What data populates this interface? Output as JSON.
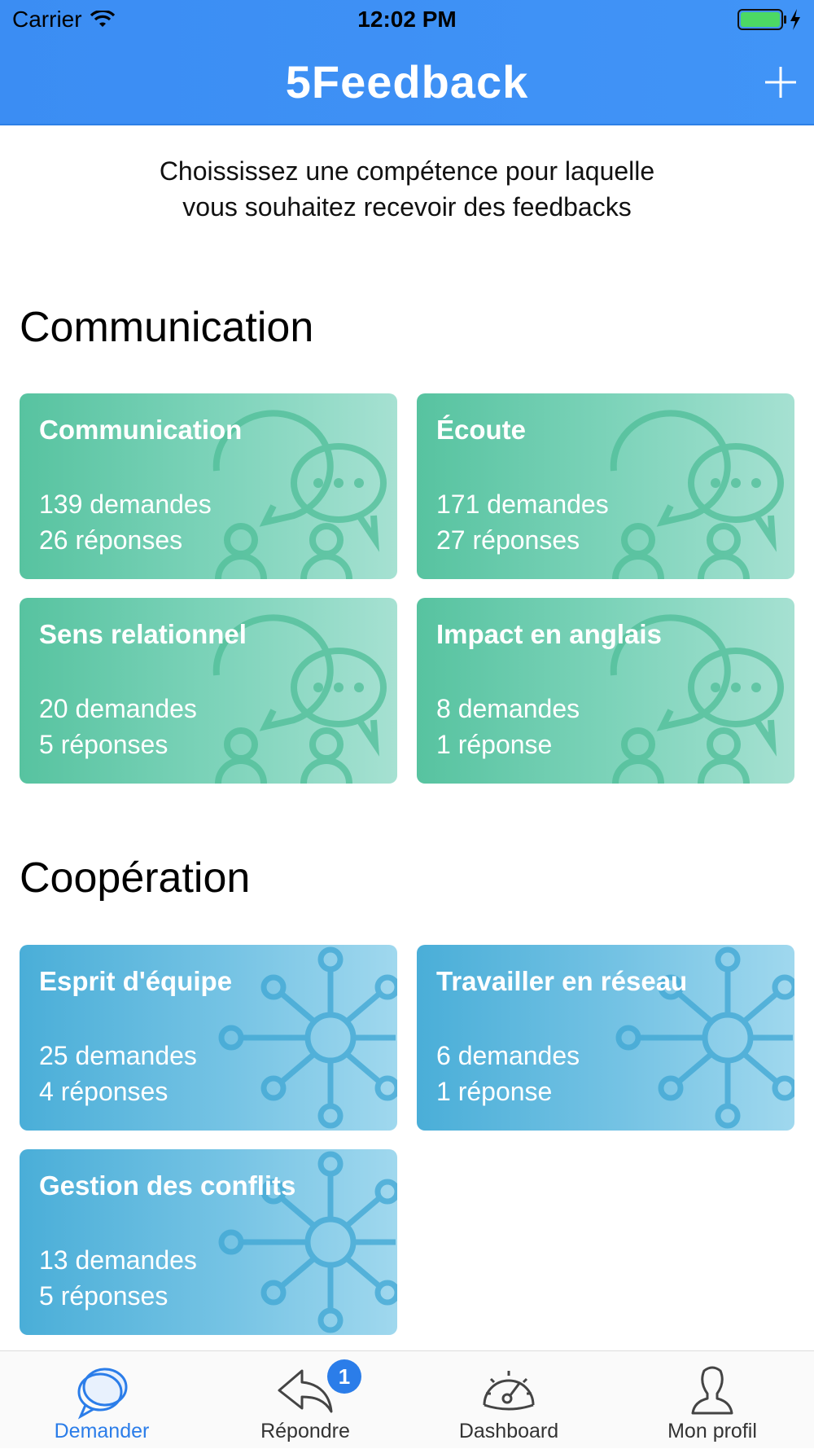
{
  "status_bar": {
    "carrier": "Carrier",
    "time": "12:02 PM"
  },
  "header": {
    "app_title": "5Feedback"
  },
  "intro": {
    "line1": "Choississez une compétence pour laquelle",
    "line2": "vous souhaitez recevoir des feedbacks"
  },
  "sections": [
    {
      "title": "Communication",
      "cards": [
        {
          "title": "Communication",
          "requests": "139 demandes",
          "responses": "26 réponses"
        },
        {
          "title": "Écoute",
          "requests": "171 demandes",
          "responses": "27 réponses"
        },
        {
          "title": "Sens relationnel",
          "requests": "20 demandes",
          "responses": "5 réponses"
        },
        {
          "title": "Impact en anglais",
          "requests": "8 demandes",
          "responses": "1 réponse"
        }
      ]
    },
    {
      "title": "Coopération",
      "cards": [
        {
          "title": "Esprit d'équipe",
          "requests": "25 demandes",
          "responses": "4 réponses"
        },
        {
          "title": "Travailler en réseau",
          "requests": "6 demandes",
          "responses": "1 réponse"
        },
        {
          "title": "Gestion des conflits",
          "requests": "13 demandes",
          "responses": "5 réponses"
        }
      ]
    }
  ],
  "tabbar": {
    "items": [
      {
        "label": "Demander",
        "icon": "chat-bubbles-icon",
        "active": true
      },
      {
        "label": "Répondre",
        "icon": "reply-icon",
        "badge": "1"
      },
      {
        "label": "Dashboard",
        "icon": "speedometer-icon"
      },
      {
        "label": "Mon profil",
        "icon": "user-icon"
      }
    ]
  },
  "colors": {
    "header_blue": "#3b8df3",
    "communication_green": "#57c3a0",
    "cooperation_blue": "#4aaed8",
    "active_tab": "#2b7de9"
  }
}
